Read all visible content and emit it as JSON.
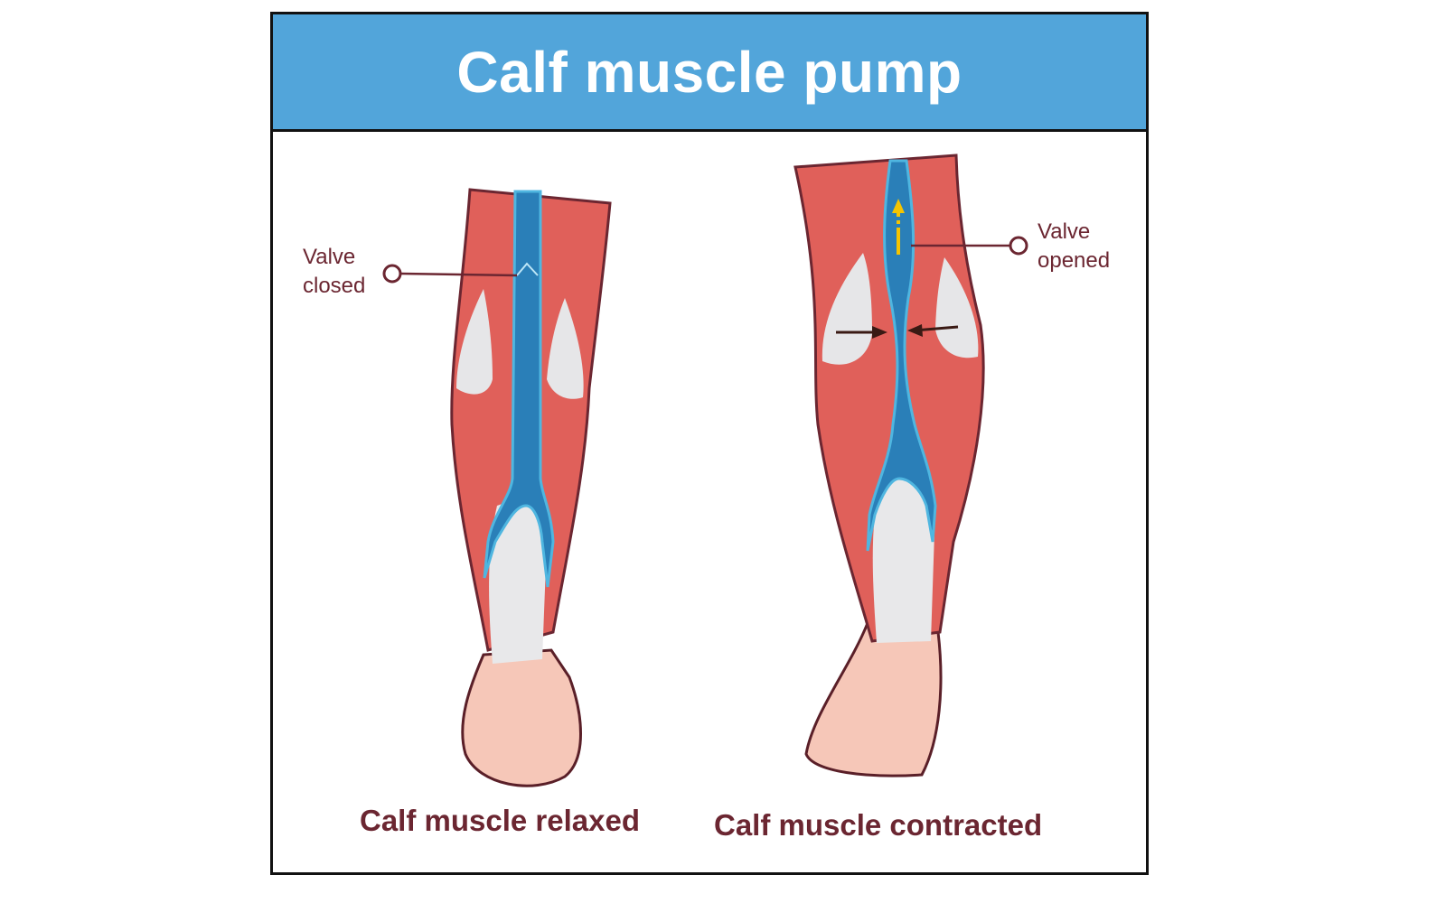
{
  "title": "Calf muscle pump",
  "left": {
    "callout_line1": "Valve",
    "callout_line2": "closed",
    "caption": "Calf muscle relaxed"
  },
  "right": {
    "callout_line1": "Valve",
    "callout_line2": "opened",
    "caption": "Calf muscle contracted"
  },
  "colors": {
    "header": "#52a5da",
    "label": "#6b2631",
    "muscle": "#e0605a",
    "vein": "#2a7fb8",
    "skin": "#f6c7b8",
    "flow_arrow": "#f5c400"
  }
}
